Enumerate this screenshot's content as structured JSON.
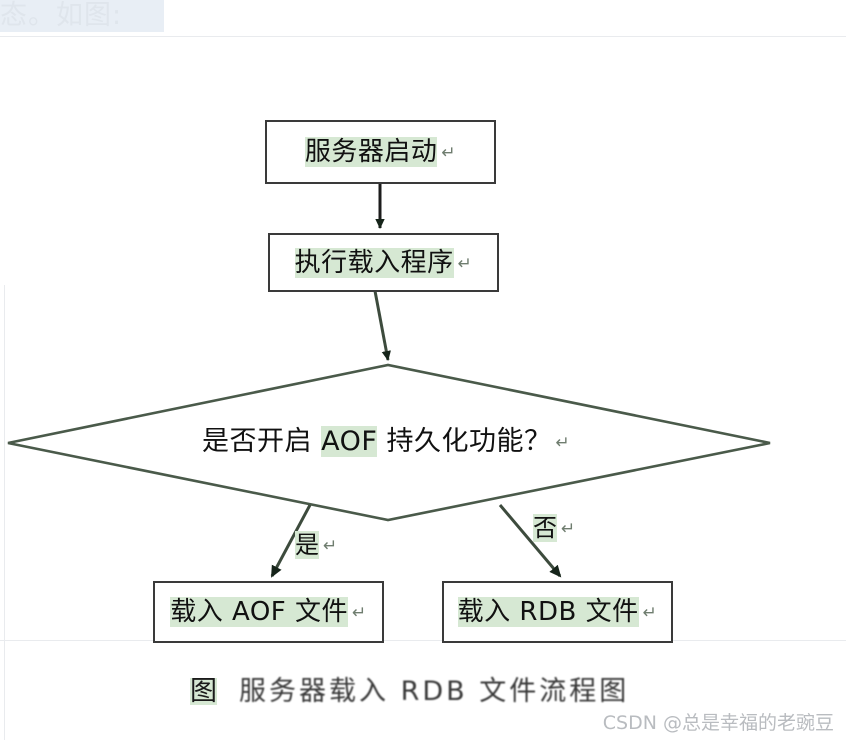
{
  "document": {
    "top_fragment_text": "态。如图:"
  },
  "flowchart": {
    "title_caption": {
      "tag": "图",
      "garbled_text": "服务器载入 RDB 文件流程图"
    },
    "nodes": [
      {
        "id": "server-start",
        "shape": "rect",
        "label": "服务器启动",
        "pilcrow": "↵"
      },
      {
        "id": "run-loader",
        "shape": "rect",
        "label": "执行载入程序",
        "pilcrow": "↵"
      },
      {
        "id": "aof-enabled-decision",
        "shape": "diamond",
        "label_part1": "是否开启 ",
        "label_highlight": "AOF",
        "label_part2": " 持久化功能？",
        "pilcrow": "↵"
      },
      {
        "id": "load-aof-file",
        "shape": "rect",
        "label_part1": "载入 ",
        "label_highlight": "AOF",
        "label_part2": " 文件",
        "pilcrow": "↵"
      },
      {
        "id": "load-rdb-file",
        "shape": "rect",
        "label_part1": "载入 ",
        "label_highlight": "RDB",
        "label_part2": " 文件",
        "pilcrow": "↵"
      }
    ],
    "edges": [
      {
        "id": "start-to-loader",
        "label": ""
      },
      {
        "id": "loader-to-decision",
        "label": ""
      },
      {
        "id": "decision-yes",
        "label": "是",
        "pilcrow": "↵"
      },
      {
        "id": "decision-no",
        "label": "否",
        "pilcrow": "↵"
      }
    ],
    "colors": {
      "node_border": "#3a3a3a",
      "node_fill": "#ffffff",
      "diamond_stroke": "#4a5a4a",
      "connector": "#2c3a2c",
      "text": "#111111",
      "highlight": "#d6e8d3"
    }
  },
  "watermark": {
    "text": "CSDN @总是幸福的老豌豆"
  }
}
